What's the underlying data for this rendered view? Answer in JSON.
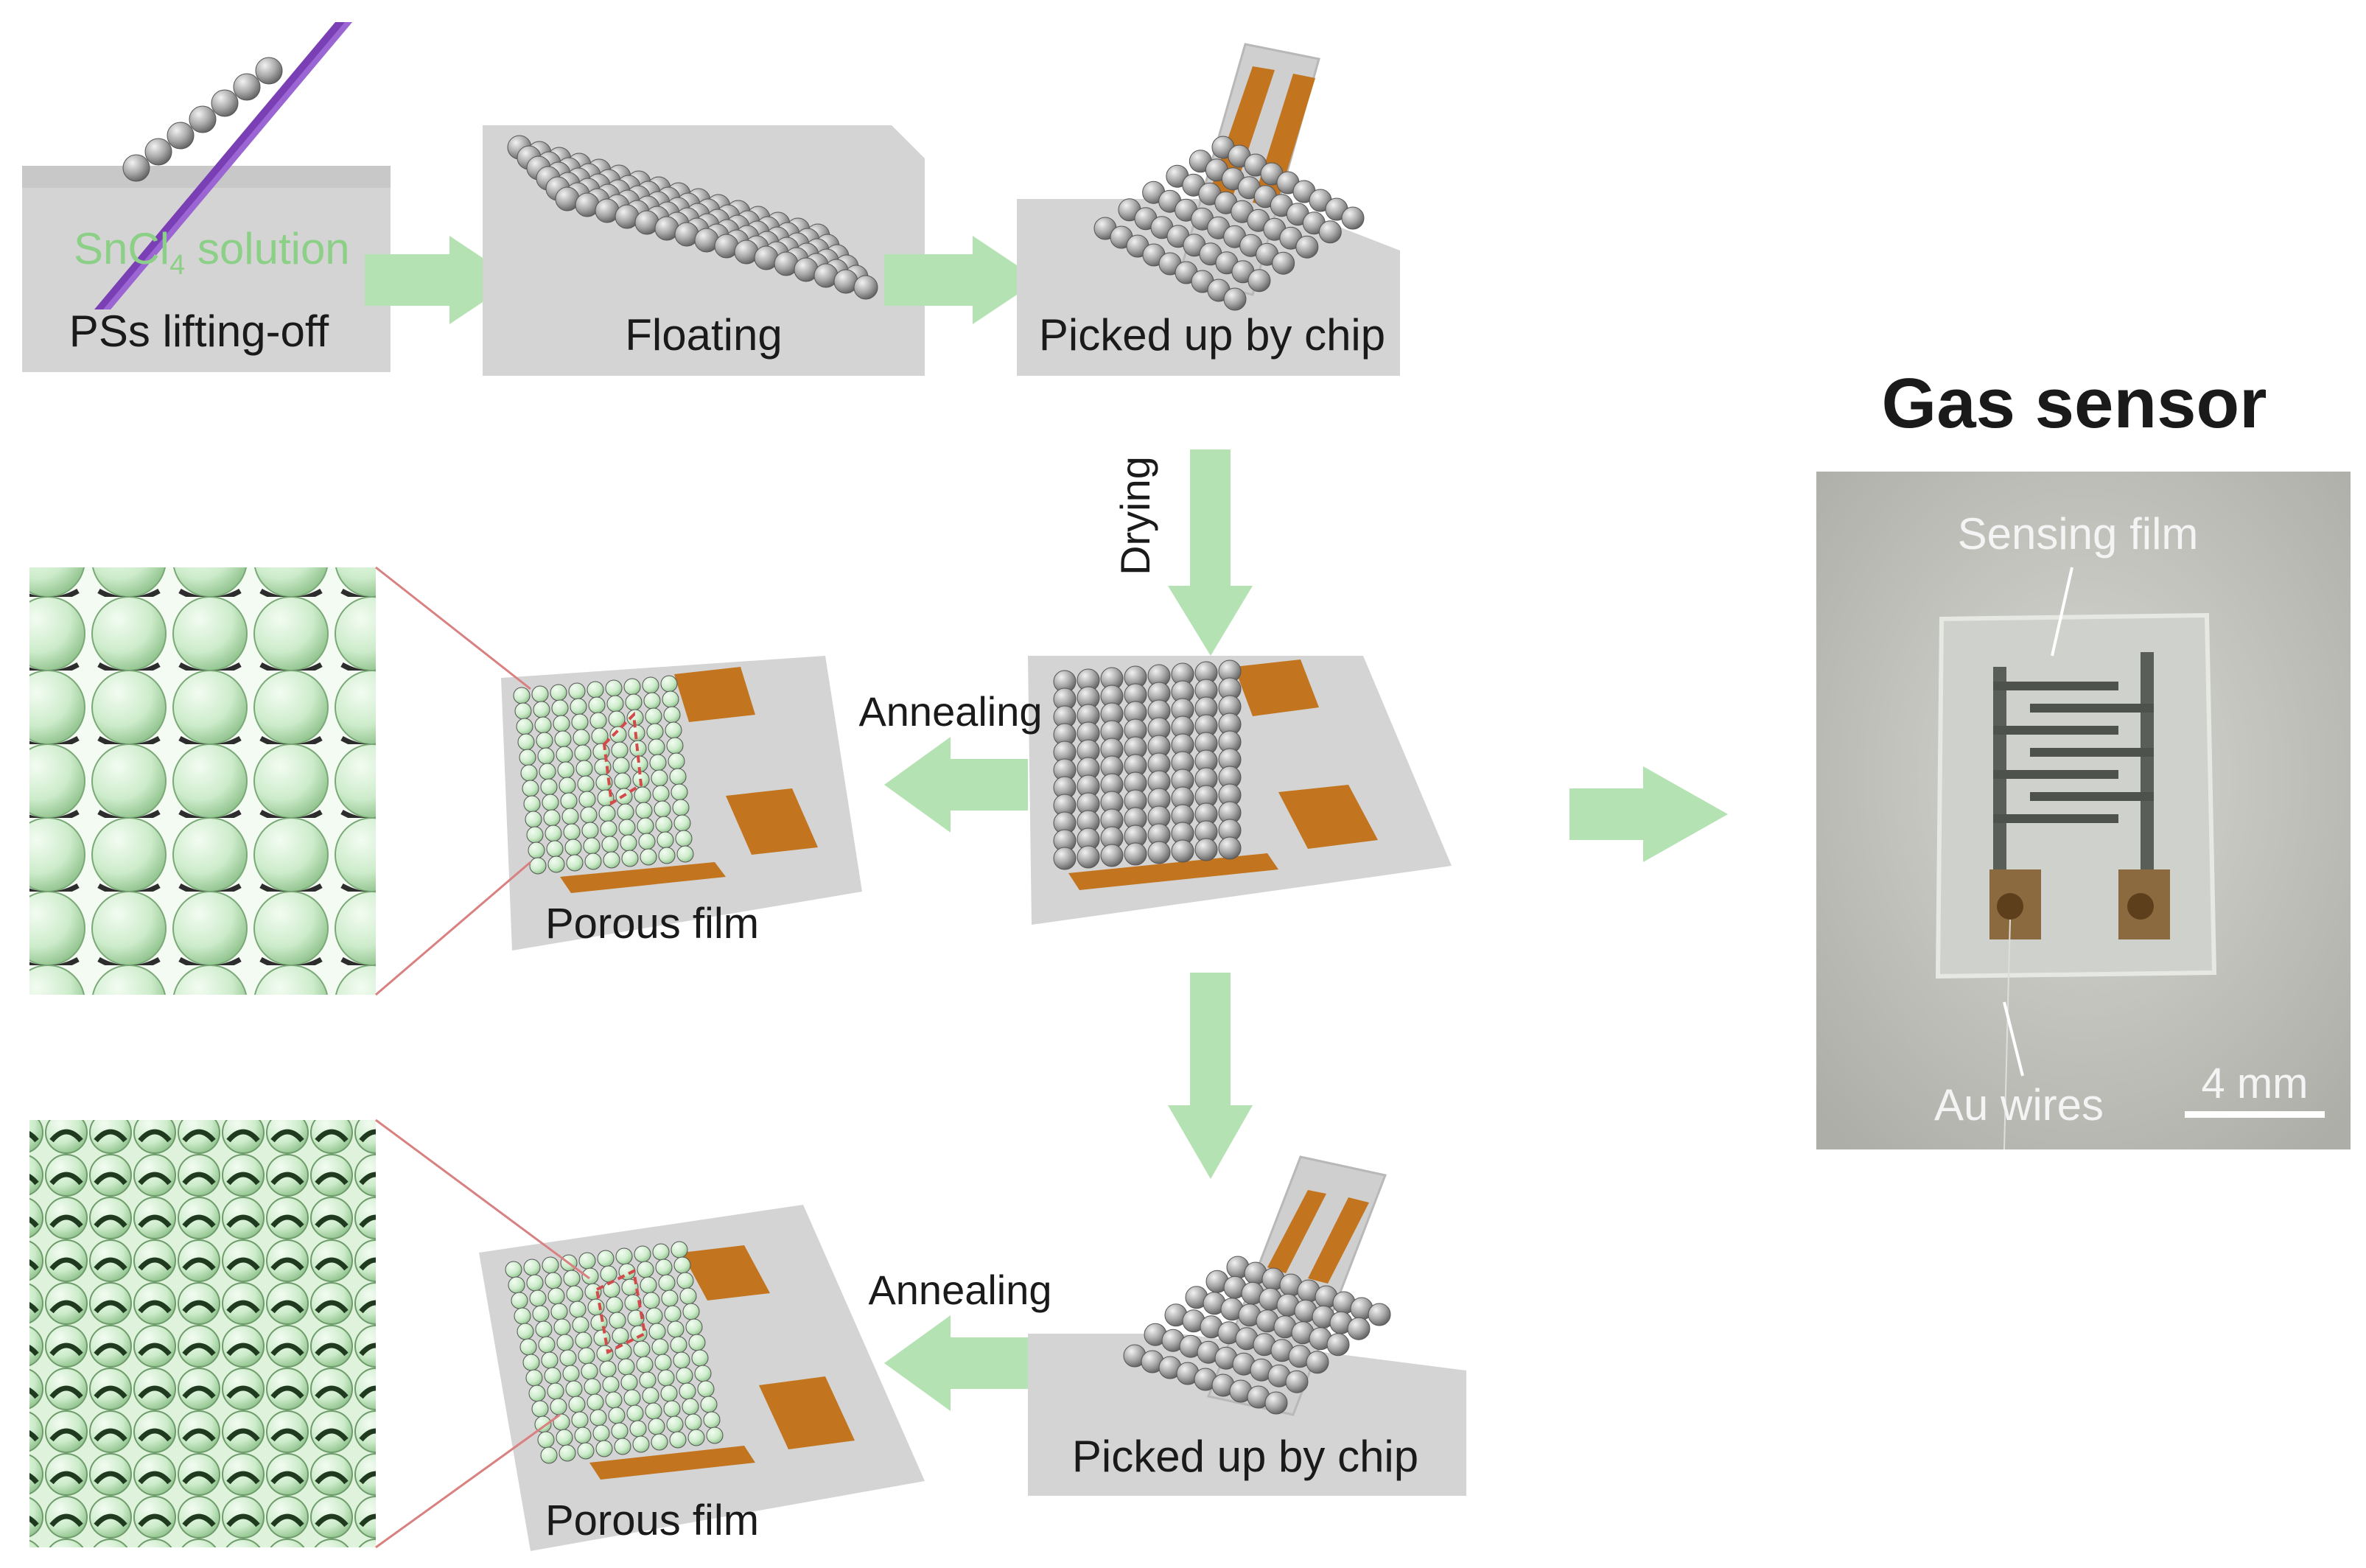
{
  "steps": {
    "lifting_off": {
      "solution_label_prefix": "SnCl",
      "solution_label_subscript": "4",
      "solution_label_suffix": " solution",
      "label": "PSs lifting-off"
    },
    "floating": {
      "label": "Floating"
    },
    "picked_up_1": {
      "label": "Picked up by chip"
    },
    "drying": {
      "label": "Drying"
    },
    "annealing_1": {
      "label": "Annealing"
    },
    "porous_film_1": {
      "label": "Porous film"
    },
    "annealing_2": {
      "label": "Annealing"
    },
    "picked_up_2": {
      "label": "Picked up by chip"
    },
    "porous_film_2": {
      "label": "Porous film"
    }
  },
  "gas_sensor": {
    "title": "Gas sensor",
    "sensing_film_label": "Sensing film",
    "au_wires_label": "Au wires",
    "scale_bar_label": "4 mm"
  },
  "colors": {
    "arrow": "#b5e2b2",
    "substrate": "#d2d2d2",
    "sphere_gray": "#9a9a9a",
    "sphere_green": "#cdeccb",
    "electrode": "#c2741e",
    "solution_text": "#8ccf86",
    "zoom_line": "#d98080"
  }
}
